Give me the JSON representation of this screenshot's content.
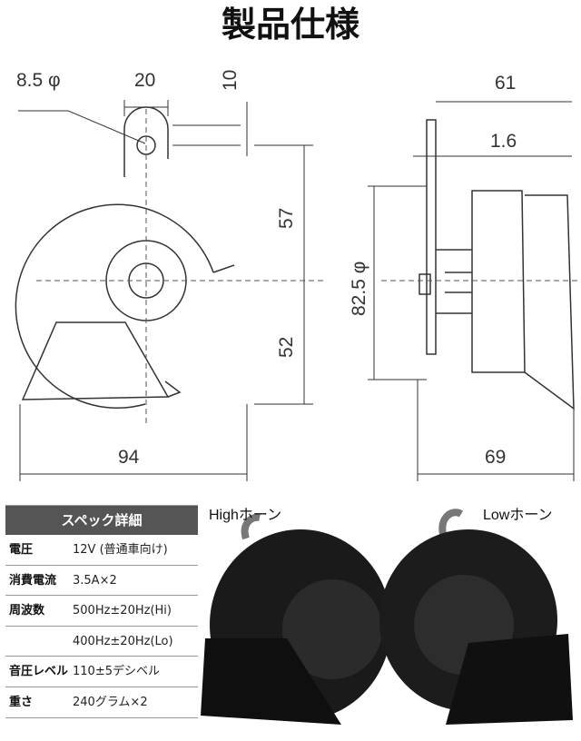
{
  "title": "製品仕様",
  "dimensions": {
    "hole_diameter": "8.5 φ",
    "hole_offset": "20",
    "top_gap": "10",
    "depth_total": "61",
    "plate_thickness": "1.6",
    "upper_height": "57",
    "lower_height": "52",
    "diameter": "82.5 φ",
    "width": "94",
    "depth_bottom": "69"
  },
  "spec": {
    "header": "スペック詳細",
    "rows": [
      {
        "label": "電圧",
        "value": "12V (普通車向け)"
      },
      {
        "label": "消費電流",
        "value": "3.5A×2"
      },
      {
        "label": "周波数",
        "value": "500Hz±20Hz(Hi)"
      },
      {
        "label": "",
        "value": "400Hz±20Hz(Lo)"
      },
      {
        "label": "音圧レベル",
        "value": "110±5デシベル"
      },
      {
        "label": "重さ",
        "value": "240グラム×2"
      }
    ]
  },
  "photo": {
    "high_label": "Highホーン",
    "low_label": "Lowホーン"
  }
}
